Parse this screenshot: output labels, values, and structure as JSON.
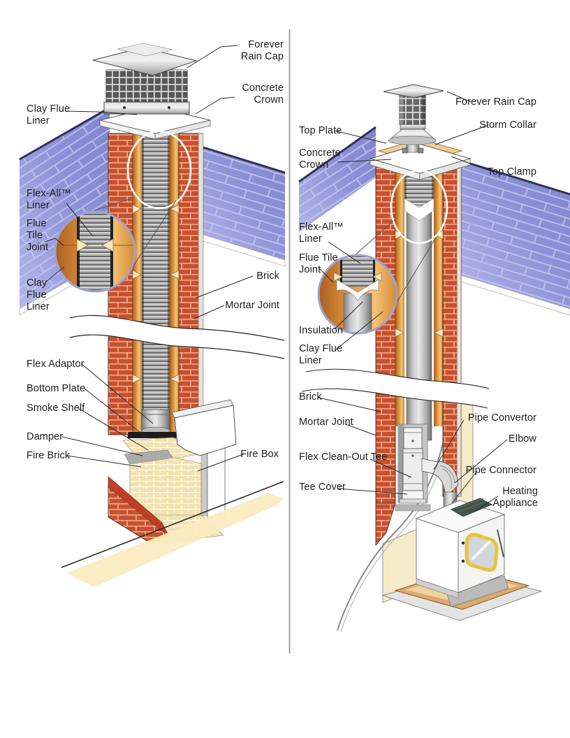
{
  "page": {
    "type": "chimney relining illustration, two cutaway diagrams separated by a vertical divider",
    "background": "#ffffff"
  },
  "colors": {
    "brick": "#c8502e",
    "mortar": "#eba284",
    "clay_liner": "#e0953f",
    "roof": "#8e93d8",
    "roof_edge": "#2e3258",
    "flex_liner_gray": "#b5b5b5",
    "firebrick": "#f3e2b0",
    "wall_cream": "#f6ebc8",
    "board_tan": "#dca96e",
    "door_trim_yellow": "#e8c23c",
    "label_text": "#1e1e1e"
  },
  "left": {
    "name": "masonry fireplace chimney with Flex-All liner",
    "labels": [
      {
        "id": "forever-rain-cap",
        "text": "Forever\nRain Cap"
      },
      {
        "id": "concrete-crown",
        "text": "Concrete\nCrown"
      },
      {
        "id": "clay-flue-liner-top",
        "text": "Clay Flue\nLiner"
      },
      {
        "id": "flex-all-liner",
        "text": "Flex-All™\nLiner"
      },
      {
        "id": "flue-tile-joint",
        "text": "Flue\nTile\nJoint"
      },
      {
        "id": "clay-flue-liner",
        "text": "Clay\nFlue\nLiner"
      },
      {
        "id": "brick",
        "text": "Brick"
      },
      {
        "id": "mortar-joint",
        "text": "Mortar Joint"
      },
      {
        "id": "flex-adaptor",
        "text": "Flex Adaptor"
      },
      {
        "id": "bottom-plate",
        "text": "Bottom Plate"
      },
      {
        "id": "smoke-shelf",
        "text": "Smoke Shelf"
      },
      {
        "id": "damper",
        "text": "Damper"
      },
      {
        "id": "fire-brick",
        "text": "Fire Brick"
      },
      {
        "id": "fire-box",
        "text": "Fire Box"
      }
    ]
  },
  "right": {
    "name": "chimney relined to heating appliance with insulated liner",
    "labels": [
      {
        "id": "forever-rain-cap",
        "text": "Forever Rain Cap"
      },
      {
        "id": "storm-collar",
        "text": "Storm Collar"
      },
      {
        "id": "top-plate",
        "text": "Top Plate"
      },
      {
        "id": "top-clamp",
        "text": "Top Clamp"
      },
      {
        "id": "concrete-crown",
        "text": "Concrete\nCrown"
      },
      {
        "id": "flex-all-liner",
        "text": "Flex-All™\nLiner"
      },
      {
        "id": "flue-tile-joint",
        "text": "Flue Tile\nJoint"
      },
      {
        "id": "insulation",
        "text": "Insulation"
      },
      {
        "id": "clay-flue-liner",
        "text": "Clay Flue\nLiner"
      },
      {
        "id": "brick",
        "text": "Brick"
      },
      {
        "id": "mortar-joint",
        "text": "Mortar Joint"
      },
      {
        "id": "flex-clean-out-tee",
        "text": "Flex Clean-Out Tee"
      },
      {
        "id": "tee-cover",
        "text": "Tee Cover"
      },
      {
        "id": "pipe-convertor",
        "text": "Pipe Convertor"
      },
      {
        "id": "elbow",
        "text": "Elbow"
      },
      {
        "id": "pipe-connector",
        "text": "Pipe Connector"
      },
      {
        "id": "heating-appliance",
        "text": "Heating\nAppliance"
      }
    ]
  }
}
